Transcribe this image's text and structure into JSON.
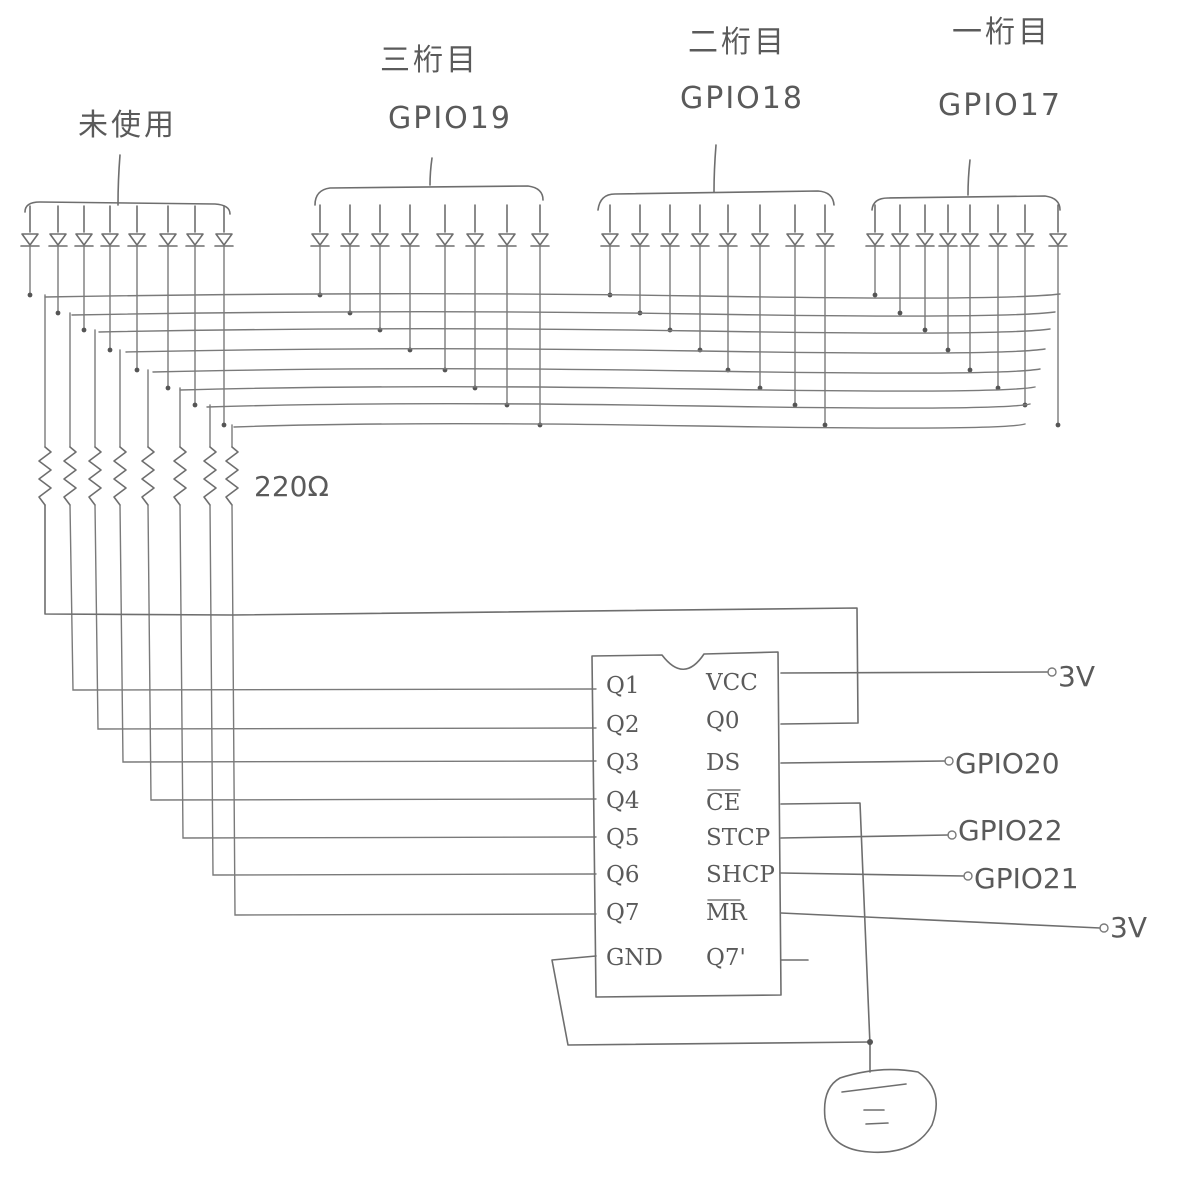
{
  "groups": [
    {
      "name": "未使用",
      "gpio": ""
    },
    {
      "name": "三桁目",
      "gpio": "GPIO19"
    },
    {
      "name": "二桁目",
      "gpio": "GPIO18"
    },
    {
      "name": "一桁目",
      "gpio": "GPIO17"
    }
  ],
  "resistor": {
    "label": "220Ω"
  },
  "chip": {
    "left_pins": [
      "Q1",
      "Q2",
      "Q3",
      "Q4",
      "Q5",
      "Q6",
      "Q7",
      "GND"
    ],
    "right_pins": [
      "VCC",
      "Q0",
      "DS",
      "CE",
      "STCP",
      "SHCP",
      "MR",
      "Q7'"
    ]
  },
  "nets": {
    "vcc": "3V",
    "ds": "GPIO20",
    "stcp": "GPIO22",
    "shcp": "GPIO21",
    "mr": "3V"
  }
}
